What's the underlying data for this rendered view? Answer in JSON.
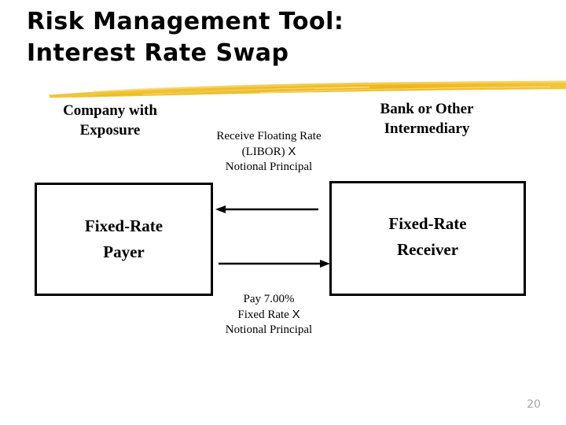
{
  "slide": {
    "title": "Risk Management Tool:\nInterest Rate Swap",
    "page_number": "20",
    "accent_color": "#EFBD26",
    "line_color": "#000000",
    "page_number_color": "#A9A9A9"
  },
  "diagram": {
    "left_party": {
      "header": "Company with\nExposure",
      "box_label": "Fixed-Rate\nPayer"
    },
    "right_party": {
      "header": "Bank or Other\nIntermediary",
      "box_label": "Fixed-Rate\nReceiver"
    },
    "flows": [
      {
        "id": "receive-flow",
        "direction": "left",
        "line1": "Receive Floating Rate",
        "line2_prefix": "(LIBOR)",
        "line2_multiplier": "X",
        "line3": "Notional Principal"
      },
      {
        "id": "pay-flow",
        "direction": "right",
        "line1": "Pay 7.00%",
        "line2_prefix": "Fixed Rate",
        "line2_multiplier": "X",
        "line3": "Notional Principal"
      }
    ]
  }
}
